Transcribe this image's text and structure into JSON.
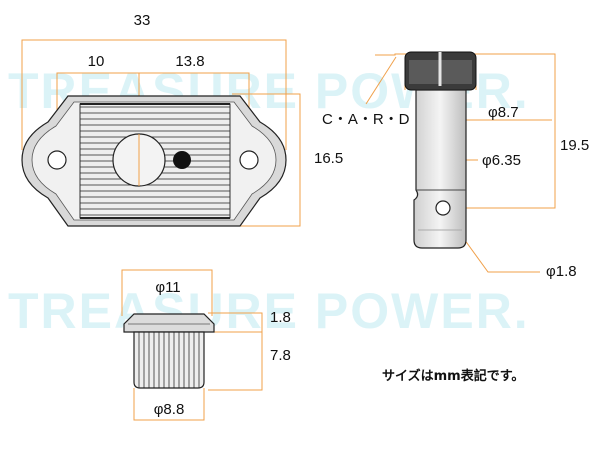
{
  "watermark": "TREASURE POWER.",
  "colors": {
    "dimension_line": "#f0a04a",
    "watermark": "#c9eef3",
    "part_fill": "#e6e6e6",
    "part_dark": "#3b3b3b"
  },
  "top_view": {
    "width_total": "33",
    "hole_pitch": "10",
    "center_to_edge": "13.8",
    "height": "16.5"
  },
  "side_view": {
    "head_label": "C・A・R・D",
    "head_diameter": "φ8.7",
    "shaft_diameter": "φ6.35",
    "length": "19.5",
    "hole_diameter": "φ1.8"
  },
  "knob_view": {
    "flange_diameter": "φ11",
    "flange_thickness": "1.8",
    "height": "7.8",
    "body_diameter": "φ8.8"
  },
  "note": "サイズはmm表記です。"
}
